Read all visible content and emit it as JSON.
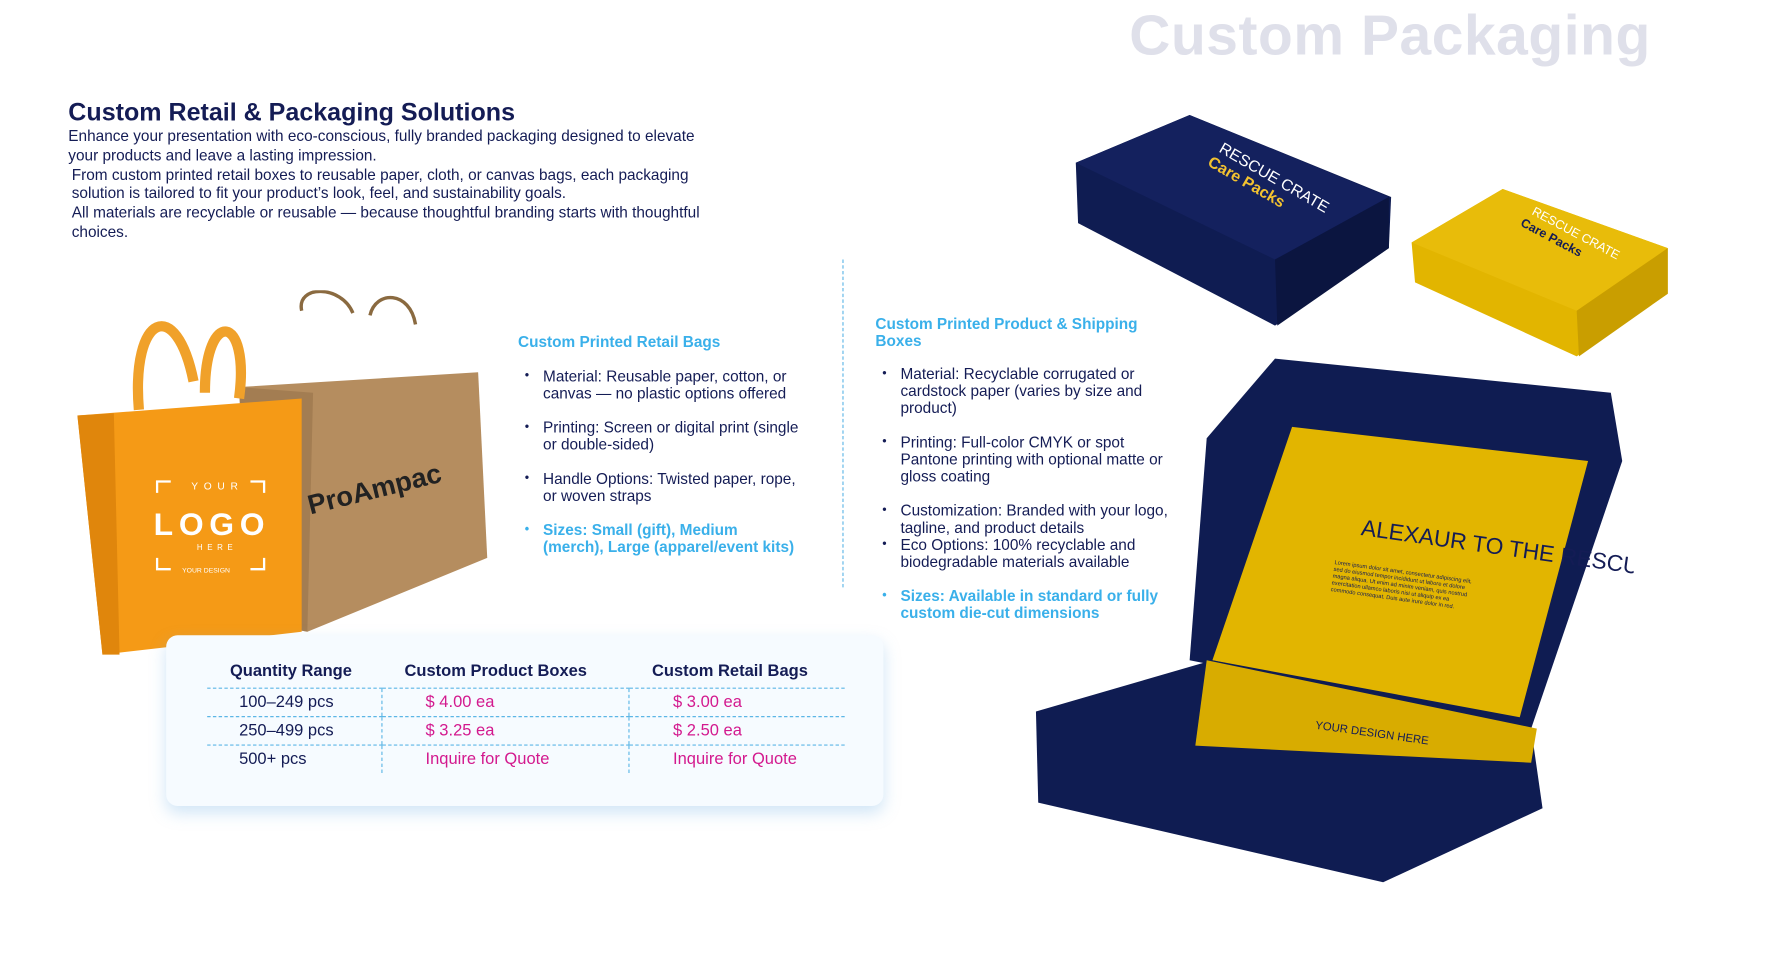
{
  "watermark": "Custom Packaging",
  "header": {
    "title": "Custom Retail & Packaging Solutions",
    "paragraphs": [
      "Enhance your presentation with eco-conscious, fully branded packaging designed to elevate your products and leave a lasting impression.",
      "From custom printed retail boxes to reusable paper, cloth, or canvas bags, each packaging solution is tailored to fit your product’s look, feel, and sustainability goals.",
      "All materials are recyclable or reusable — because thoughtful branding starts with thoughtful choices."
    ]
  },
  "bags": {
    "heading": "Custom Printed Retail Bags",
    "items": [
      "Material: Reusable paper, cotton, or canvas — no plastic options offered",
      "Printing: Screen or digital print (single or double-sided)",
      "Handle Options: Twisted paper, rope, or woven straps",
      "Sizes: Small (gift), Medium (merch), Large (apparel/event kits)"
    ],
    "orange_bag_text": [
      "YOUR",
      "LOGO",
      "HERE",
      "YOUR DESIGN"
    ],
    "kraft_bag_brand": "ProAmpac"
  },
  "boxes": {
    "heading": "Custom Printed Product & Shipping Boxes",
    "items": [
      "Material: Recyclable corrugated or cardstock paper (varies by size and product)",
      "Printing: Full-color CMYK or spot Pantone printing with optional matte or gloss coating",
      "Customization: Branded with your logo, tagline, and product details",
      "Eco Options: 100% recyclable and biodegradable materials available",
      "Sizes: Available in standard or fully custom die-cut dimensions"
    ],
    "box_line1": "RESCUE CRATE",
    "box_line2": "Care Packs",
    "mailer_title": "ALEXAUR TO THE RESCUE",
    "mailer_body": "Lorem ipsum dolor sit amet, consectetur adipiscing elit, sed do eiusmod tempor incididunt ut labore et dolore magna aliqua. Ut enim ad minim veniam, quis nostrud exercitation ullamco laboris nisi ut aliquip ex ea commodo consequat. Duis aute irure dolor in red.",
    "mailer_footer": "YOUR DESIGN HERE"
  },
  "pricing": {
    "headers": [
      "Quantity Range",
      "Custom Product Boxes",
      "Custom Retail Bags"
    ],
    "rows": [
      [
        "100–249 pcs",
        "$ 4.00 ea",
        "$ 3.00 ea"
      ],
      [
        "250–499 pcs",
        "$ 3.25 ea",
        "$ 2.50 ea"
      ],
      [
        "500+ pcs",
        "Inquire for Quote",
        "Inquire for Quote"
      ]
    ]
  },
  "colors": {
    "navy": "#141c55",
    "accent_blue": "#3ab0ea",
    "price_magenta": "#d3198e",
    "box_yellow": "#e2b500"
  }
}
